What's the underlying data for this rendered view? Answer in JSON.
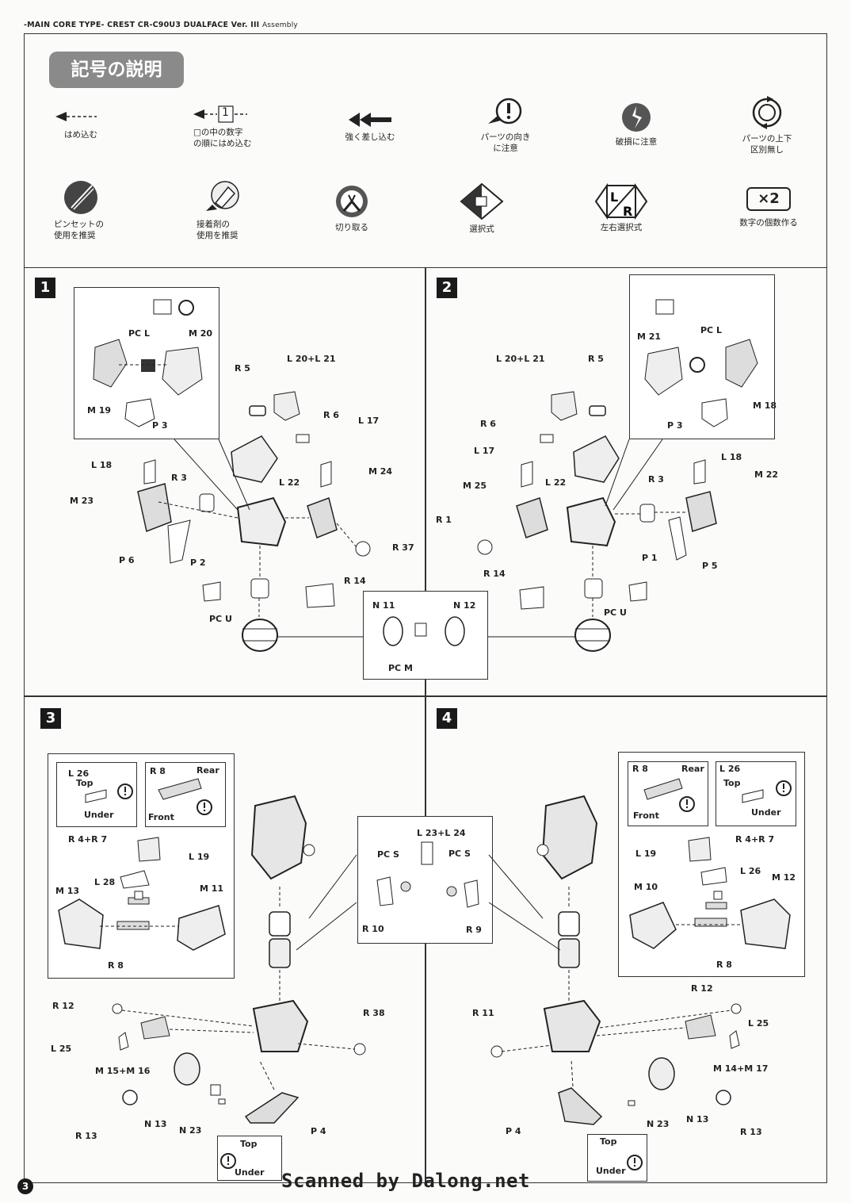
{
  "header": {
    "main": "-MAIN CORE TYPE-",
    "model": "CREST CR-C90U3 DUALFACE Ver.",
    "ver": "III",
    "assembly": "Assembly"
  },
  "legend": {
    "title": "記号の説明",
    "symbols": [
      {
        "label": "はめ込む"
      },
      {
        "label": "□の中の数字\nの順にはめ込む",
        "num": "1"
      },
      {
        "label": "強く差し込む"
      },
      {
        "label": "パーツの向き\nに注意"
      },
      {
        "label": "破損に注意"
      },
      {
        "label": "パーツの上下\n区別無し"
      },
      {
        "label": "ピンセットの\n使用を推奨"
      },
      {
        "label": "接着剤の\n使用を推奨"
      },
      {
        "label": "切り取る"
      },
      {
        "label": "選択式"
      },
      {
        "label": "左右選択式"
      },
      {
        "label": "数字の個数作る",
        "badge": "×2"
      }
    ]
  },
  "steps": [
    "1",
    "2",
    "3",
    "4"
  ],
  "captions": {
    "top": "Top",
    "under": "Under",
    "rear": "Rear",
    "front": "Front"
  },
  "step1": {
    "labels": [
      "PC L",
      "M 20",
      "M 19",
      "P 3",
      "R 5",
      "L 20+L 21",
      "R 6",
      "L 17",
      "L 18",
      "R 3",
      "M 24",
      "M 23",
      "L 22",
      "R 37",
      "P 6",
      "P 2",
      "R 14",
      "PC U",
      "N 11",
      "N 12",
      "PC M"
    ]
  },
  "step2": {
    "labels": [
      "PC L",
      "M 21",
      "M 18",
      "P 3",
      "L 20+L 21",
      "R 5",
      "R 6",
      "L 17",
      "L 18",
      "M 25",
      "L 22",
      "R 3",
      "M 22",
      "R 1",
      "P 5",
      "P 1",
      "R 14",
      "PC U"
    ]
  },
  "step3": {
    "labels": [
      "L 26",
      "R 8",
      "R 4+R 7",
      "L 19",
      "L 28",
      "M 13",
      "M 11",
      "R 8",
      "L 23+L 24",
      "PC S",
      "PC S",
      "R 10",
      "R 9",
      "R 12",
      "R 38",
      "L 25",
      "M 15+M 16",
      "R 13",
      "N 13",
      "N 23",
      "P 4"
    ]
  },
  "step4": {
    "labels": [
      "R 8",
      "L 26",
      "R 4+R 7",
      "L 19",
      "L 26",
      "M 10",
      "M 12",
      "R 8",
      "R 12",
      "R 11",
      "L 25",
      "M 14+M 17",
      "N 13",
      "N 23",
      "R 13",
      "P 4"
    ]
  },
  "footer": {
    "scan": "Scanned by Dalong.net",
    "page": "3"
  }
}
